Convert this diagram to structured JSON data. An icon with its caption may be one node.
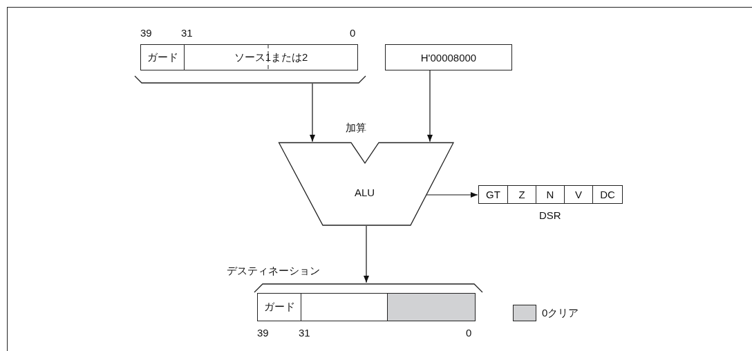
{
  "diagram": {
    "nodes": [
      {
        "text": [],
        "shape": "box"
      },
      {
        "text": [
          "ガード"
        ],
        "in": 0
      },
      {
        "text": [
          "ソース1または2"
        ],
        "in": 0
      },
      {
        "text": [
          "H'00008000"
        ]
      },
      {
        "text": [
          "加算",
          "ALU"
        ]
      },
      {
        "text": [
          "DSR"
        ]
      },
      {
        "text": [
          "GT"
        ],
        "in": 5
      },
      {
        "text": [
          "Z"
        ],
        "in": 5
      },
      {
        "text": [
          "N"
        ],
        "in": 5
      },
      {
        "text": [
          "V"
        ],
        "in": 5
      },
      {
        "text": [
          "DC"
        ],
        "in": 5
      },
      {
        "text": [
          "デスティネーション"
        ]
      },
      {
        "text": [
          "ガード"
        ],
        "in": 11
      },
      {
        "text": [],
        "shape": "box",
        "in": 11
      },
      {
        "text": [],
        "shape": "box",
        "in": 11
      }
    ],
    "edges": [
      {
        "from": 0,
        "to": 4,
        "arrow": "to"
      },
      {
        "from": 3,
        "to": 4,
        "arrow": "to"
      },
      {
        "from": 4,
        "to": 5,
        "arrow": "to"
      },
      {
        "from": 4,
        "to": 11,
        "arrow": "to"
      }
    ],
    "labels": [
      "39",
      "31",
      "0",
      "39",
      "31",
      "0"
    ],
    "legend": [
      {
        "text": "0クリア",
        "color": "#d1d2d4"
      }
    ]
  }
}
